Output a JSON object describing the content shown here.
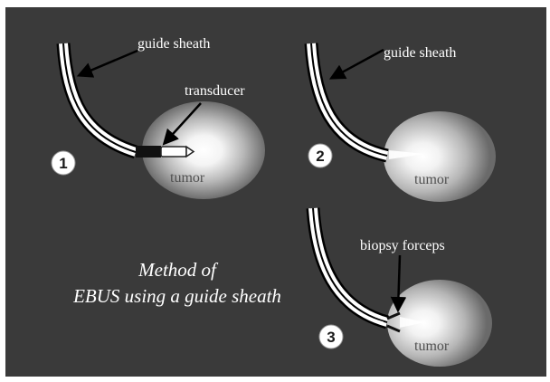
{
  "diagram": {
    "panel1": {
      "step": "1",
      "sheath_label": "guide sheath",
      "transducer_label": "transducer",
      "tumor_label": "tumor"
    },
    "panel2": {
      "step": "2",
      "sheath_label": "guide sheath",
      "tumor_label": "tumor"
    },
    "panel3": {
      "step": "3",
      "forceps_label": "biopsy forceps",
      "tumor_label": "tumor"
    },
    "caption": {
      "line1": "Method of",
      "line2": "EBUS using a guide sheath"
    }
  },
  "colors": {
    "background": "#3a3a3a",
    "sheath": "#ffffff",
    "outline": "#0a0a0a",
    "transducer": "#111111"
  }
}
